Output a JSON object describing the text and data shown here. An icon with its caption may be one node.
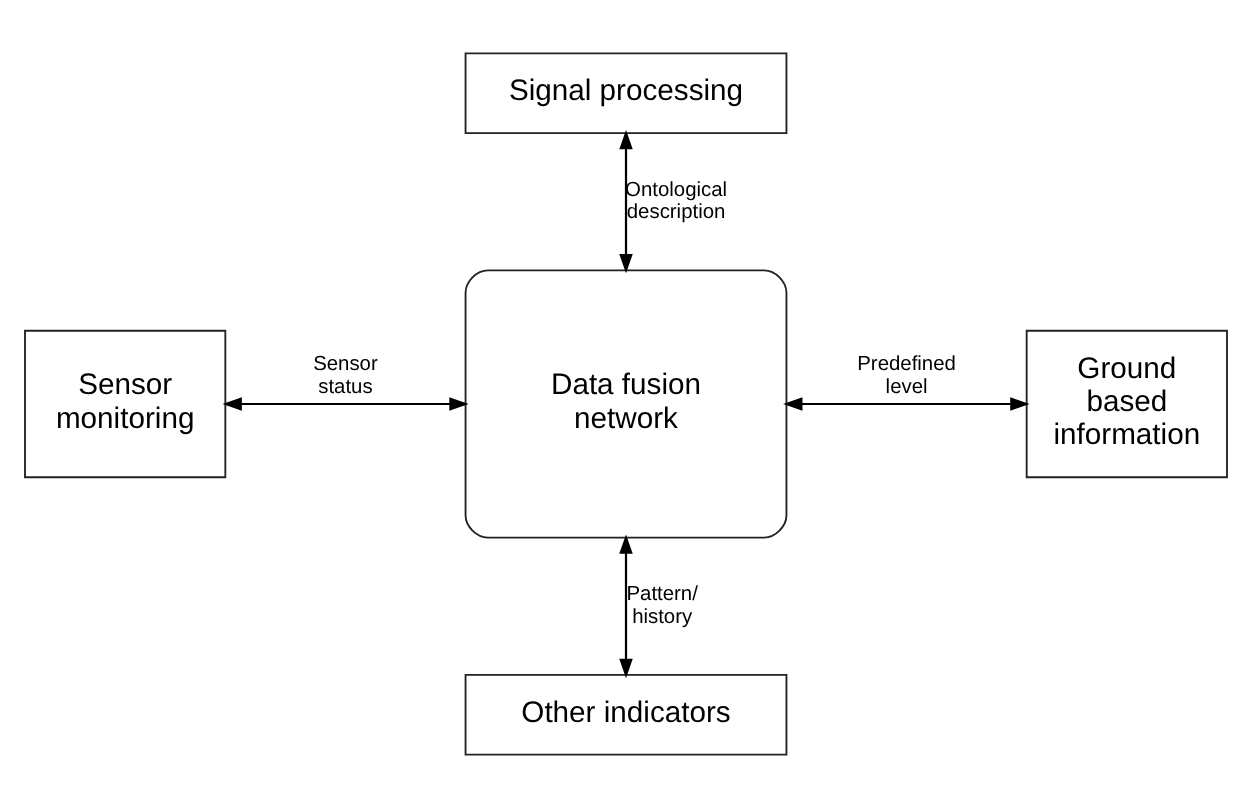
{
  "diagram": {
    "nodes": [
      {
        "text": [
          "Signal processing"
        ]
      },
      {
        "text": [
          "Sensor monitoring"
        ]
      },
      {
        "text": [
          "Data fusion network"
        ]
      },
      {
        "text": [
          "Ground based information"
        ]
      },
      {
        "text": [
          "Other indicators"
        ]
      }
    ],
    "edges": [
      {
        "from": 0,
        "to": 2,
        "arrow": "both",
        "label": "Ontological description"
      },
      {
        "from": 1,
        "to": 2,
        "arrow": "both",
        "label": "Sensor status"
      },
      {
        "from": 2,
        "to": 3,
        "arrow": "both",
        "label": "Predefined level"
      },
      {
        "from": 2,
        "to": 4,
        "arrow": "both",
        "label": "Pattern/ history"
      }
    ]
  }
}
